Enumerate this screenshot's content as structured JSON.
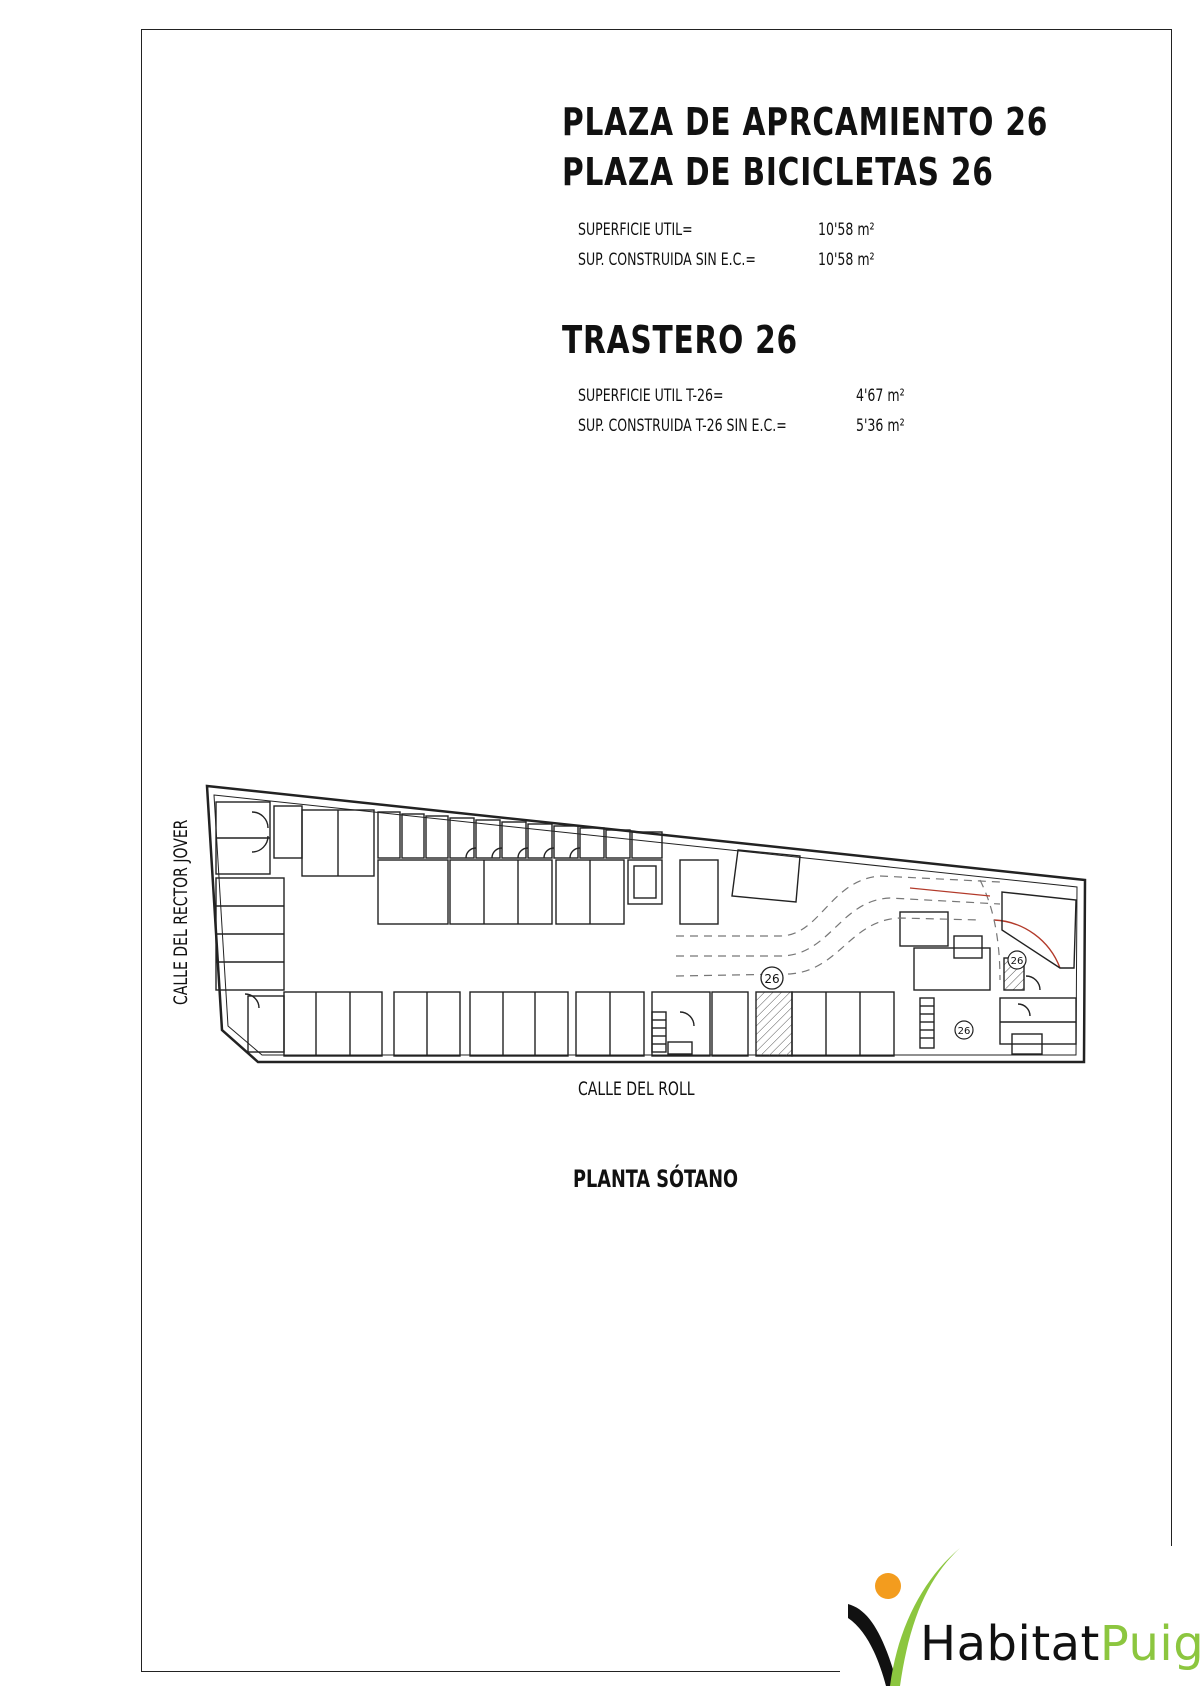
{
  "parking": {
    "title_line1": "PLAZA DE APRCAMIENTO 26",
    "title_line2": "PLAZA DE BICICLETAS 26",
    "rows": [
      {
        "label": "SUPERFICIE UTIL=",
        "value": "10'58 m²"
      },
      {
        "label": "SUP. CONSTRUIDA SIN E.C.=",
        "value": "10'58 m²"
      }
    ]
  },
  "storage": {
    "title": "TRASTERO 26",
    "rows": [
      {
        "label": "SUPERFICIE UTIL T-26=",
        "value": "4'67 m²"
      },
      {
        "label": "SUP. CONSTRUIDA T-26 SIN E.C.=",
        "value": "5'36 m²"
      }
    ]
  },
  "plan": {
    "street_left": "CALLE DEL RECTOR JOVER",
    "street_bottom": "CALLE DEL ROLL",
    "floor_title": "PLANTA SÓTANO",
    "markers": [
      "26",
      "26",
      "26"
    ]
  },
  "logo": {
    "part1": "Habitat",
    "part2": "Puig",
    "colors": {
      "green": "#8cc63f",
      "orange": "#f39c1e",
      "dark": "#111111"
    }
  }
}
